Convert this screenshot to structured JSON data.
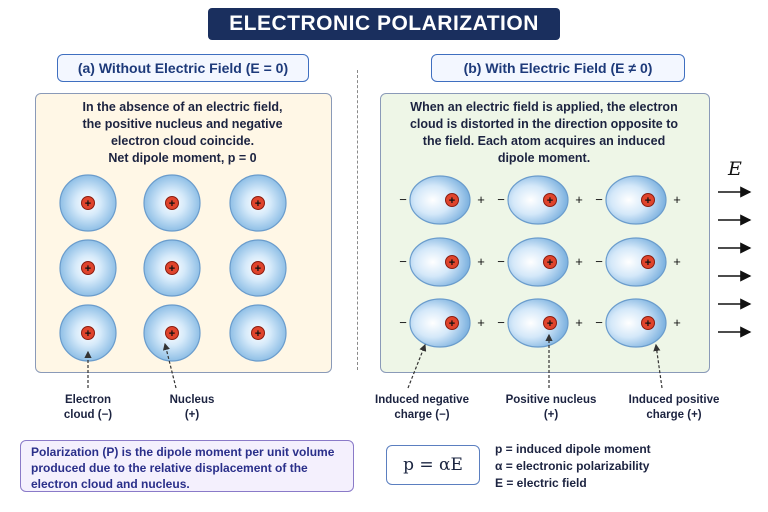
{
  "title": "ELECTRONIC POLARIZATION",
  "panel_a": {
    "header": "(a) Without Electric Field (E = 0)",
    "desc": [
      "In the absence of an electric field,",
      "the positive nucleus and negative",
      "electron cloud coincide.",
      "Net dipole moment, p = 0"
    ],
    "label_cloud": [
      "Electron",
      "cloud (−)"
    ],
    "label_nucleus": [
      "Nucleus",
      "(+)"
    ]
  },
  "panel_b": {
    "header": "(b) With Electric Field (E ≠ 0)",
    "desc": [
      "When an electric field is applied, the electron",
      "cloud is distorted in the direction opposite to",
      "the field. Each atom acquires an induced",
      "dipole moment."
    ],
    "label_neg": [
      "Induced negative",
      "charge (−)"
    ],
    "label_nuc": [
      "Positive nucleus",
      "(+)"
    ],
    "label_pos": [
      "Induced positive",
      "charge (+)"
    ]
  },
  "field_symbol": "E",
  "note": "Polarization (P) is the dipole moment per unit volume produced due to the relative displacement of the electron cloud and nucleus.",
  "formula": "p = αE",
  "legend": [
    "p = induced dipole moment",
    "α = electronic polarizability",
    "E = electric field"
  ],
  "charges": {
    "minus": "−",
    "plus": "+"
  },
  "colors": {
    "title_bg": "#1a2f5e",
    "nucleus": "#e0442c",
    "cloud": "#9cc9ec"
  }
}
